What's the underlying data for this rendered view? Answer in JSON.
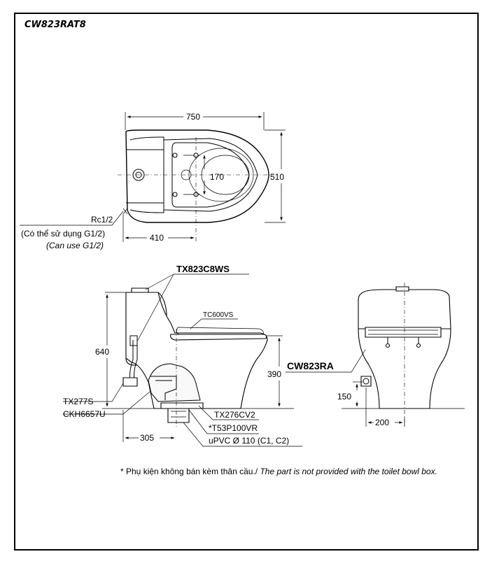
{
  "model": "CW823RAT8",
  "top_view": {
    "width": "750",
    "depth": "510",
    "bolt_spacing": "170",
    "inlet_offset": "410",
    "inlet_label": "Rc1/2",
    "inlet_note_vi": "(Có thể sử dụng G1/2)",
    "inlet_note_en": "(Can use G1/2)"
  },
  "side_view": {
    "height": "640",
    "seat_height": "390",
    "rough_in": "305",
    "parts": {
      "flush_valve": "TX823C8WS",
      "seat": "TC600VS",
      "stop_valve": "TX277S",
      "flange": "CKH6657U",
      "fixing": "TX276CV2",
      "adapter": "*T53P100VR",
      "pipe": "uPVC Ø 110 (C1, C2)"
    }
  },
  "front_view": {
    "name": "CW823RA",
    "inlet_height": "150",
    "inlet_offset": "200"
  },
  "footnote": {
    "vi": "* Phụ kiện không bán kèm thân cầu./ ",
    "en": "The part is not provided with the toilet bowl box."
  }
}
